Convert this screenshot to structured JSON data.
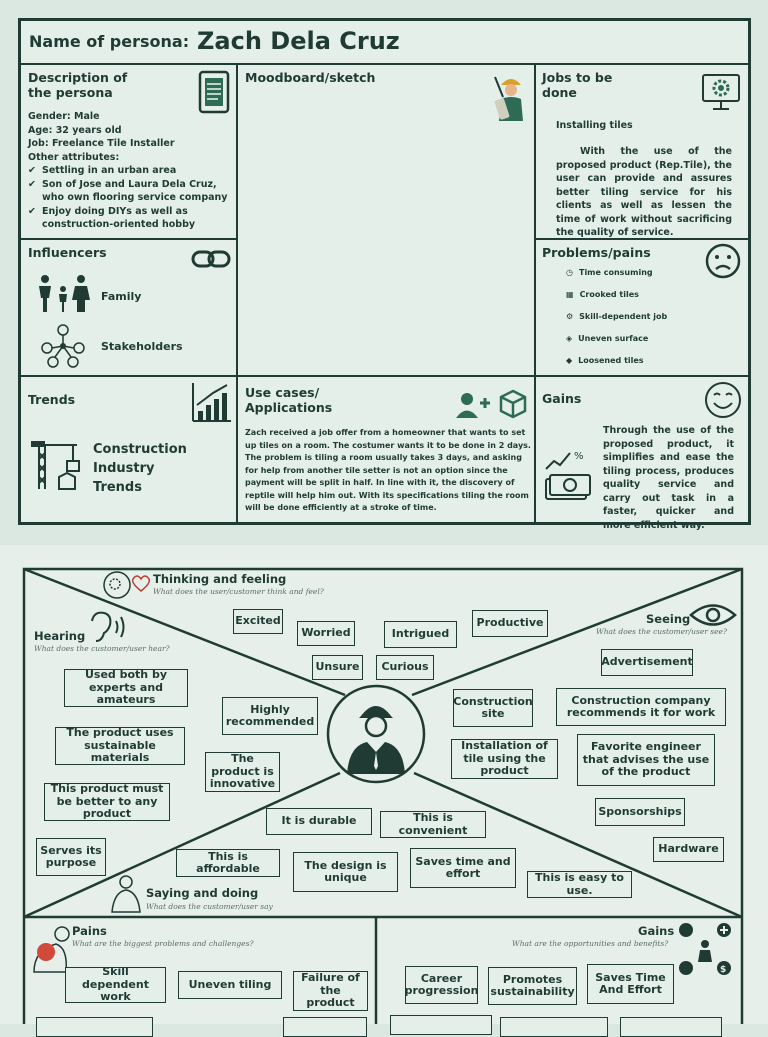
{
  "canvas": {
    "persona_label": "Name of persona:",
    "persona_name": "Zach Dela Cruz",
    "description": {
      "title": "Description of the persona",
      "lines": [
        "Gender: Male",
        "Age: 32 years old",
        "Job: Freelance Tile Installer",
        "Other attributes:"
      ],
      "attributes": [
        "Settling in an urban area",
        "Son of Jose and Laura Dela Cruz, who own flooring service company",
        "Enjoy doing DIYs as well as construction-oriented hobby"
      ]
    },
    "moodboard": {
      "title": "Moodboard/sketch"
    },
    "jobs": {
      "title": "Jobs to be done",
      "item": "Installing tiles",
      "text": "With the use of the proposed product (Rep.Tile), the user can provide and assures better tiling service for his clients as well as lessen the time of work without sacrificing the quality of service."
    },
    "influencers": {
      "title": "Influencers",
      "items": [
        "Family",
        "Stakeholders"
      ]
    },
    "problems": {
      "title": "Problems/pains",
      "items": [
        "Time consuming",
        "Crooked tiles",
        "Skill-dependent job",
        "Uneven surface",
        "Loosened tiles"
      ]
    },
    "trends": {
      "title": "Trends",
      "text": "Construction Industry Trends"
    },
    "use_cases": {
      "title": "Use cases/ Applications",
      "text": "Zach received a job offer from a homeowner that wants to set up tiles on a room. The costumer wants it to be done in 2 days. The problem is tiling a room usually takes 3 days, and asking for help from another tile setter is not an option since the payment will be split in half. In line with it, the discovery of reptile will help him out. With its specifications tiling the room will be done efficiently at a stroke of time."
    },
    "gains": {
      "title": "Gains",
      "text": "Through the use of the proposed product, it simplifies and ease the tiling process, produces quality service and carry out task in a faster, quicker and more efficient way."
    }
  },
  "empathy": {
    "thinking": {
      "title": "Thinking and feeling",
      "sub": "What does the user/customer think and feel?"
    },
    "hearing": {
      "title": "Hearing",
      "sub": "What does the customer/user hear?"
    },
    "seeing": {
      "title": "Seeing",
      "sub": "What does the customer/user see?"
    },
    "saying": {
      "title": "Saying and doing",
      "sub": "What does the customer/user say"
    },
    "pains": {
      "title": "Pains",
      "sub": "What are the biggest problems and challenges?"
    },
    "gains": {
      "title": "Gains",
      "sub": "What are the opportunities and benefits?"
    },
    "thinking_tags": [
      "Excited",
      "Worried",
      "Intrigued",
      "Productive",
      "Unsure",
      "Curious"
    ],
    "hearing_tags": [
      "Used both by experts and amateurs",
      "Highly recommended",
      "The product uses sustainable materials",
      "The product is innovative",
      "This product must be better to any product"
    ],
    "seeing_tags": [
      "Advertisement",
      "Construction site",
      "Construction company recommends it for work",
      "Installation of tile using the product",
      "Favorite engineer that advises the use of the product",
      "Sponsorships",
      "Hardware"
    ],
    "saying_tags": [
      "Serves its purpose",
      "It is durable",
      "This is convenient",
      "This is affordable",
      "The design is unique",
      "Saves time and effort",
      "This is easy to use."
    ],
    "pains_tags": [
      "Skill dependent work",
      "Uneven tiling",
      "Failure of the product"
    ],
    "gains_tags": [
      "Career progression",
      "Promotes sustainability",
      "Saves Time And Effort"
    ]
  },
  "icons": [
    "document-icon",
    "worker-icon",
    "gear-icon",
    "link-icon",
    "family-icon",
    "network-icon",
    "sad-face-icon",
    "crane-icon",
    "growth-chart-icon",
    "add-user-icon",
    "box-icon",
    "smile-icon",
    "money-icon",
    "ear-icon",
    "eye-icon",
    "head-icon",
    "person-icon",
    "engineer-icon"
  ],
  "colors": {
    "ink": "#1f3b34",
    "background": "#dbe8e1",
    "card": "#e3efe8"
  }
}
